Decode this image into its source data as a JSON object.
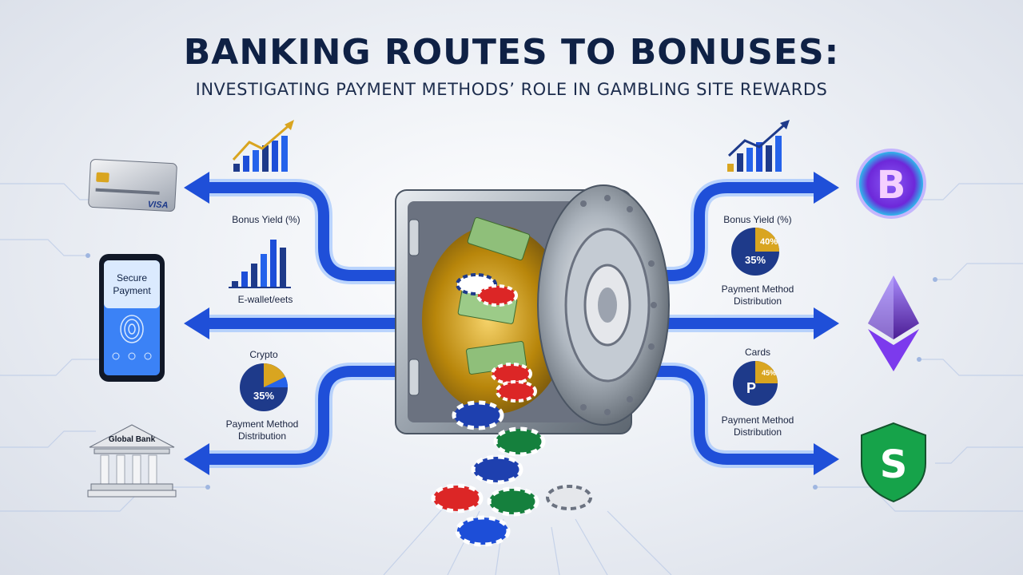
{
  "header": {
    "title": "BANKING ROUTES TO BONUSES:",
    "subtitle": "INVESTIGATING PAYMENT METHODS’ ROLE IN GAMBLING SITE REWARDS"
  },
  "left": {
    "card": {
      "brand": "VISA"
    },
    "phone": {
      "screen_line1": "Secure",
      "screen_line2": "Payment"
    },
    "bank": {
      "name": "Global Bank"
    },
    "labels": {
      "bonus_yield": "Bonus Yield (%)",
      "ewallets": "E-wallet/eets",
      "crypto": "Crypto",
      "distribution_line1": "Payment Method",
      "distribution_line2": "Distribution"
    },
    "pie": {
      "value_label": "35%"
    }
  },
  "right": {
    "labels": {
      "bonus_yield": "Bonus Yield (%)",
      "distribution_line1": "Payment Method",
      "distribution_line2": "Distribution",
      "cards": "Cards",
      "distribution2_line1": "Payment Method",
      "distribution2_line2": "Distribution"
    },
    "pie_top": {
      "label_a": "40%",
      "label_b": "35%"
    },
    "pie_bottom": {
      "label_a": "45%"
    },
    "icons": [
      "bitcoin-icon",
      "ethereum-icon",
      "dollar-shield-icon"
    ]
  },
  "colors": {
    "title": "#0f2145",
    "arrow": "#1f4fd8",
    "arrow_glow": "#7fb2ff",
    "pie_blue": "#1e3a8a",
    "pie_gold": "#d9a520",
    "vault_steel": "#9aa3ad",
    "shield_green": "#16a34a"
  }
}
